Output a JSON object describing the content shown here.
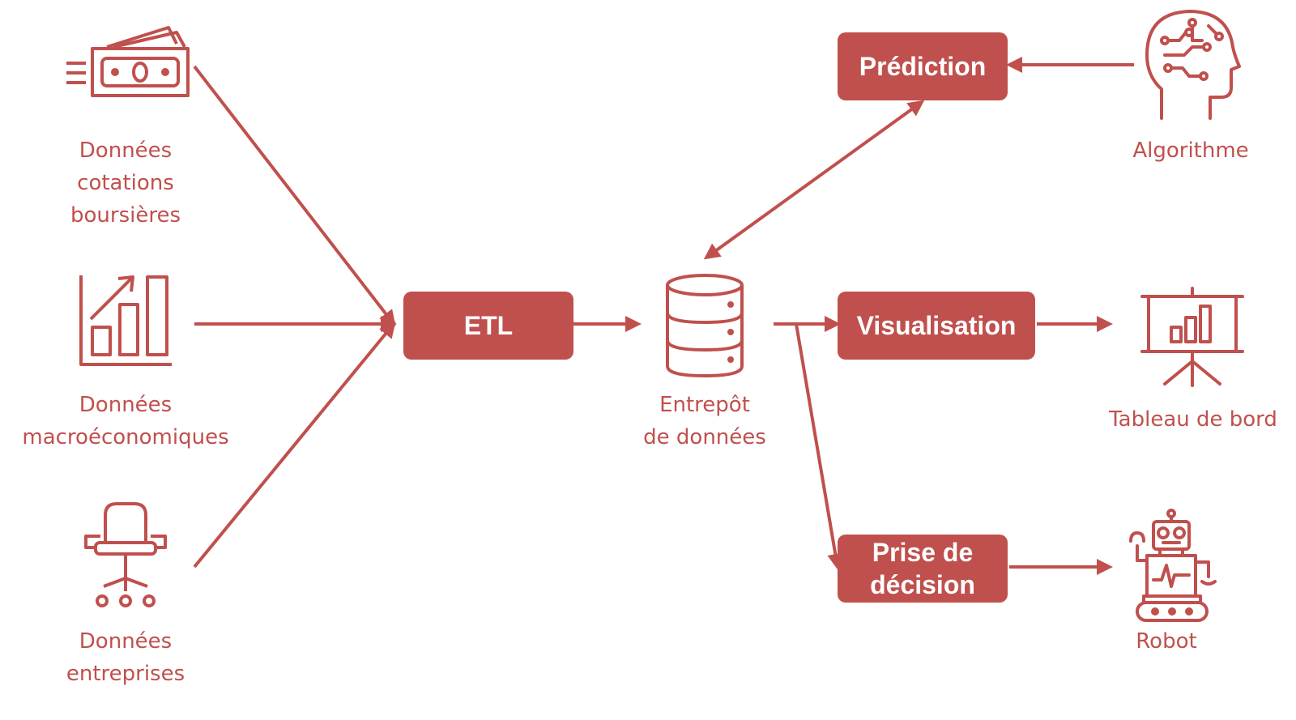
{
  "colors": {
    "accent": "#c0504d",
    "box_text": "#ffffff",
    "background": "#ffffff"
  },
  "sources": [
    {
      "label": "Données\ncotations\nboursières",
      "icon": "money-icon"
    },
    {
      "label": "Données\nmacroéconomiques",
      "icon": "growth-chart-icon"
    },
    {
      "label": "Données\nentreprises",
      "icon": "office-chair-icon"
    }
  ],
  "process": {
    "etl": "ETL"
  },
  "warehouse": {
    "label": "Entrepôt\nde données",
    "icon": "database-icon"
  },
  "outputs": {
    "prediction": "Prédiction",
    "visualisation": "Visualisation",
    "decision": "Prise de\ndécision"
  },
  "endpoints": {
    "algorithm": {
      "label": "Algorithme",
      "icon": "ai-head-icon"
    },
    "dashboard": {
      "label": "Tableau de bord",
      "icon": "presentation-board-icon"
    },
    "robot": {
      "label": "Robot",
      "icon": "robot-icon"
    }
  }
}
